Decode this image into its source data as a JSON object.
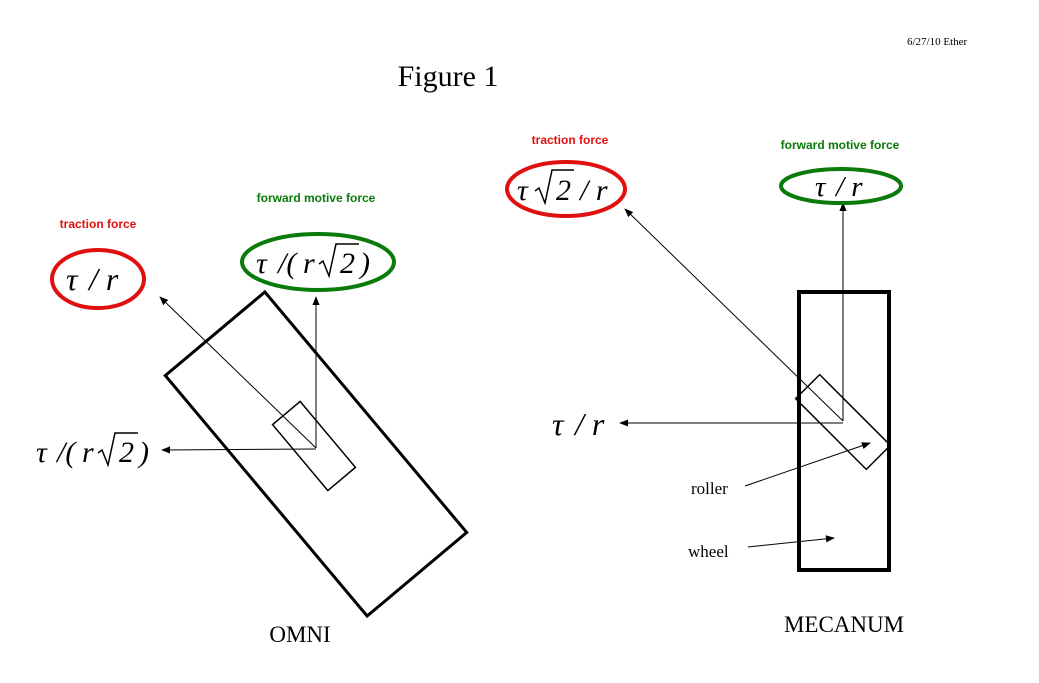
{
  "header": {
    "date_stamp": "6/27/10 Ether",
    "title": "Figure 1"
  },
  "colors": {
    "traction": "#e01010",
    "forward": "#0a7a0a",
    "ink": "#000000"
  },
  "omni": {
    "caption": "OMNI",
    "traction_label": "traction force",
    "traction_formula": {
      "sym": "τ",
      "rest": "/ r"
    },
    "forward_label": "forward motive force",
    "forward_formula": {
      "sym": "τ",
      "pre": "/(",
      "r": "r",
      "root": "2",
      "post": ")"
    },
    "side_formula": {
      "sym": "τ",
      "pre": "/(",
      "r": "r",
      "root": "2",
      "post": ")"
    }
  },
  "mecanum": {
    "caption": "MECANUM",
    "traction_label": "traction force",
    "traction_formula": {
      "sym": "τ",
      "root": "2",
      "rest": "/ r"
    },
    "forward_label": "forward motive force",
    "forward_formula": {
      "sym": "τ",
      "rest": "/ r"
    },
    "side_formula": {
      "sym": "τ",
      "rest": "/ r"
    },
    "roller_label": "roller",
    "wheel_label": "wheel"
  }
}
